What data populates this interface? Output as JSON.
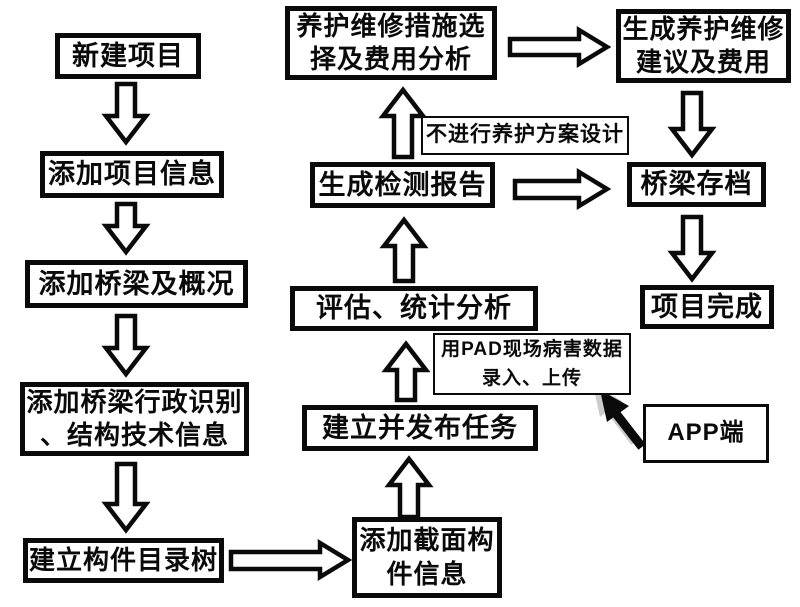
{
  "diagram": {
    "nodes": {
      "new_project": {
        "label": "新建项目"
      },
      "add_project_info": {
        "label": "添加项目信息"
      },
      "add_bridge_overview": {
        "label": "添加桥梁及概况"
      },
      "add_bridge_admin_info": {
        "label": "添加桥梁行政识别、结构技术信息"
      },
      "build_component_tree": {
        "label": "建立构件目录树"
      },
      "add_section_component_info": {
        "label": "添加截面构件信息"
      },
      "create_publish_task": {
        "label": "建立并发布任务"
      },
      "evaluation_statistics": {
        "label": "评估、统计分析"
      },
      "generate_inspection_report": {
        "label": "生成检测报告"
      },
      "maintenance_measure_selection": {
        "label": "养护维修措施选择及费用分析"
      },
      "generate_maintenance_suggestion": {
        "label": "生成养护维修建议及费用"
      },
      "bridge_archive": {
        "label": "桥梁存档"
      },
      "project_complete": {
        "label": "项目完成"
      },
      "app_side": {
        "label": "APP端"
      }
    },
    "annotations": {
      "no_maintenance_plan_design": {
        "label": "不进行养护方案设计"
      },
      "pad_field_data_upload": {
        "label": "用PAD现场病害数据录入、上传"
      }
    },
    "icons": {
      "cursor": "mouse-pointer-arrow"
    },
    "colors": {
      "background": "#ffffff",
      "stroke": "#0a0a0a",
      "cursor_shadow": "#a8a8a8"
    }
  }
}
